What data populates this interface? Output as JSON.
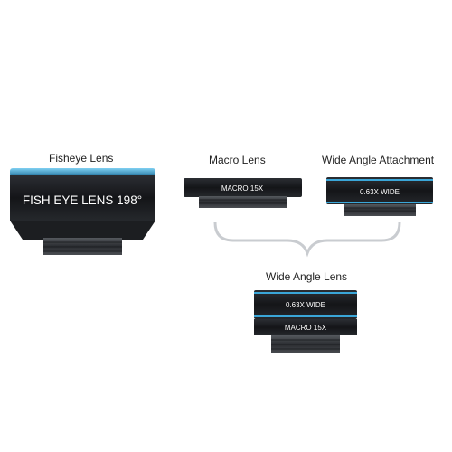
{
  "labels": {
    "fisheye": "Fisheye Lens",
    "macro": "Macro Lens",
    "wide_attachment": "Wide Angle Attachment",
    "wide_lens": "Wide Angle Lens"
  },
  "engravings": {
    "fisheye": "FISH EYE LENS 198°",
    "macro": "MACRO 15X",
    "wide_attachment": "0.63X  WIDE",
    "wide_combo_top": "0.63X  WIDE",
    "wide_combo_bottom": "MACRO 15X"
  },
  "colors": {
    "accent_blue": "#3aa6d8",
    "lens_body": "#1a1c1f",
    "thread": "#3b3e42",
    "bracket": "#c9ccd0"
  }
}
